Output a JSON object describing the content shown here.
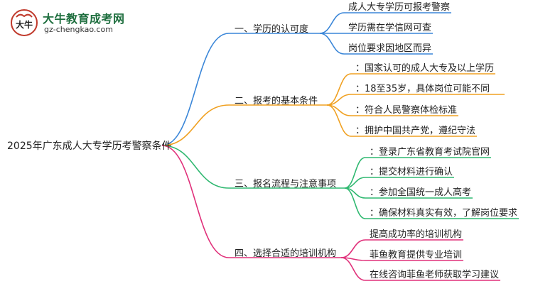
{
  "logo": {
    "title": "大牛教育成考网",
    "url": "gz-chengkao.com",
    "badge_text": "大牛"
  },
  "root": {
    "label": "2025年广东成人大专学历考警察条件",
    "color": "#333333"
  },
  "branches": [
    {
      "label": "一、学历的认可度",
      "color": "#3a86d8",
      "children": [
        "成人大专学历可报考警察",
        "学历需在学信网可查",
        "岗位要求因地区而异"
      ]
    },
    {
      "label": "二、报考的基本条件",
      "color": "#f0a020",
      "children": [
        "：国家认可的成人大专及以上学历",
        "：18至35岁，具体岗位可能不同",
        "：符合人民警察体检标准",
        "：拥护中国共产党，遵纪守法"
      ]
    },
    {
      "label": "三、报名流程与注意事项",
      "color": "#2fb870",
      "children": [
        "：登录广东省教育考试院官网",
        "：提交材料进行确认",
        "：参加全国统一成人高考",
        "：确保材料真实有效，了解岗位要求"
      ]
    },
    {
      "label": "四、选择合适的培训机构",
      "color": "#e0307a",
      "children": [
        "提高成功率的培训机构",
        "菲鱼教育提供专业培训",
        "在线咨询菲鱼老师获取学习建议"
      ]
    }
  ]
}
